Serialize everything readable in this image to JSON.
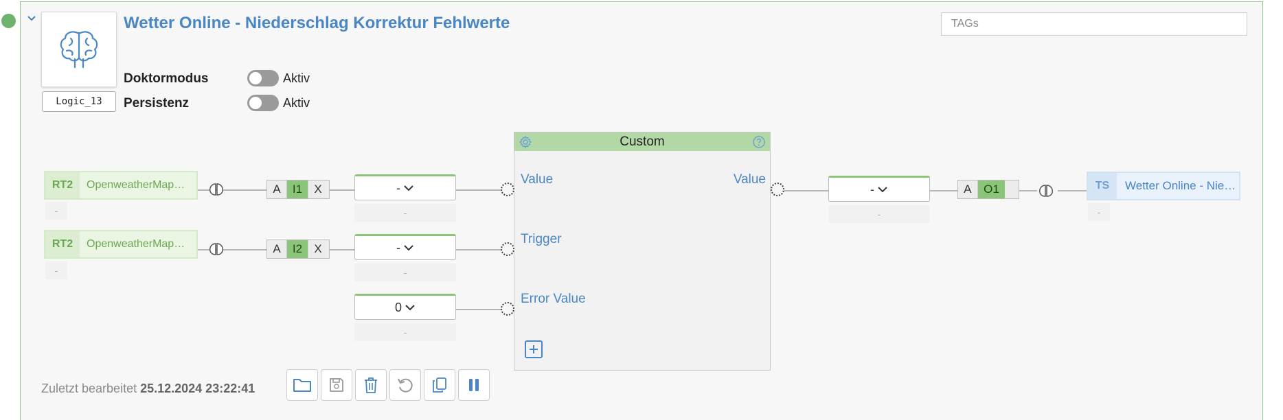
{
  "header": {
    "title": "Wetter Online - Niederschlag Korrektur Fehlwerte",
    "logic_id": "Logic_13",
    "tags_placeholder": "TAGs",
    "collapse_icon": "chevron-down-icon",
    "logic_icon": "brain-icon",
    "status_color": "#6db36d"
  },
  "settings": [
    {
      "label": "Doktormodus",
      "toggle_label": "Aktiv",
      "enabled": false
    },
    {
      "label": "Persistenz",
      "toggle_label": "Aktiv",
      "enabled": false
    }
  ],
  "inputs": [
    {
      "type": "RT2",
      "name": "OpenweatherMap…",
      "sub": "-",
      "a": "A",
      "port": "I1",
      "x": "X",
      "select": "-",
      "select_sub": "-"
    },
    {
      "type": "RT2",
      "name": "OpenweatherMap…",
      "sub": "-",
      "a": "A",
      "port": "I2",
      "x": "X",
      "select": "-",
      "select_sub": "-"
    },
    {
      "select": "0",
      "select_sub": "-"
    }
  ],
  "block": {
    "title": "Custom",
    "inputs": [
      "Value",
      "Trigger",
      "Error Value"
    ],
    "outputs": [
      "Value"
    ],
    "settings_icon": "gear-icon",
    "help_icon": "help-circle-icon",
    "add_icon": "plus-square-icon"
  },
  "output": {
    "select": "-",
    "select_sub": "-",
    "a": "A",
    "port": "O1",
    "dest_type": "TS",
    "dest_name": "Wetter Online - Nie…",
    "dest_sub": "-"
  },
  "footer": {
    "edited_label": "Zuletzt bearbeitet",
    "edited_value": "25.12.2024 23:22:41",
    "buttons": [
      "folder-icon",
      "save-icon",
      "trash-icon",
      "undo-icon",
      "copy-icon",
      "pause-icon"
    ]
  },
  "colors": {
    "accent": "#4a86c5",
    "green": "#8ac57a",
    "border_green": "#8cc98c"
  }
}
